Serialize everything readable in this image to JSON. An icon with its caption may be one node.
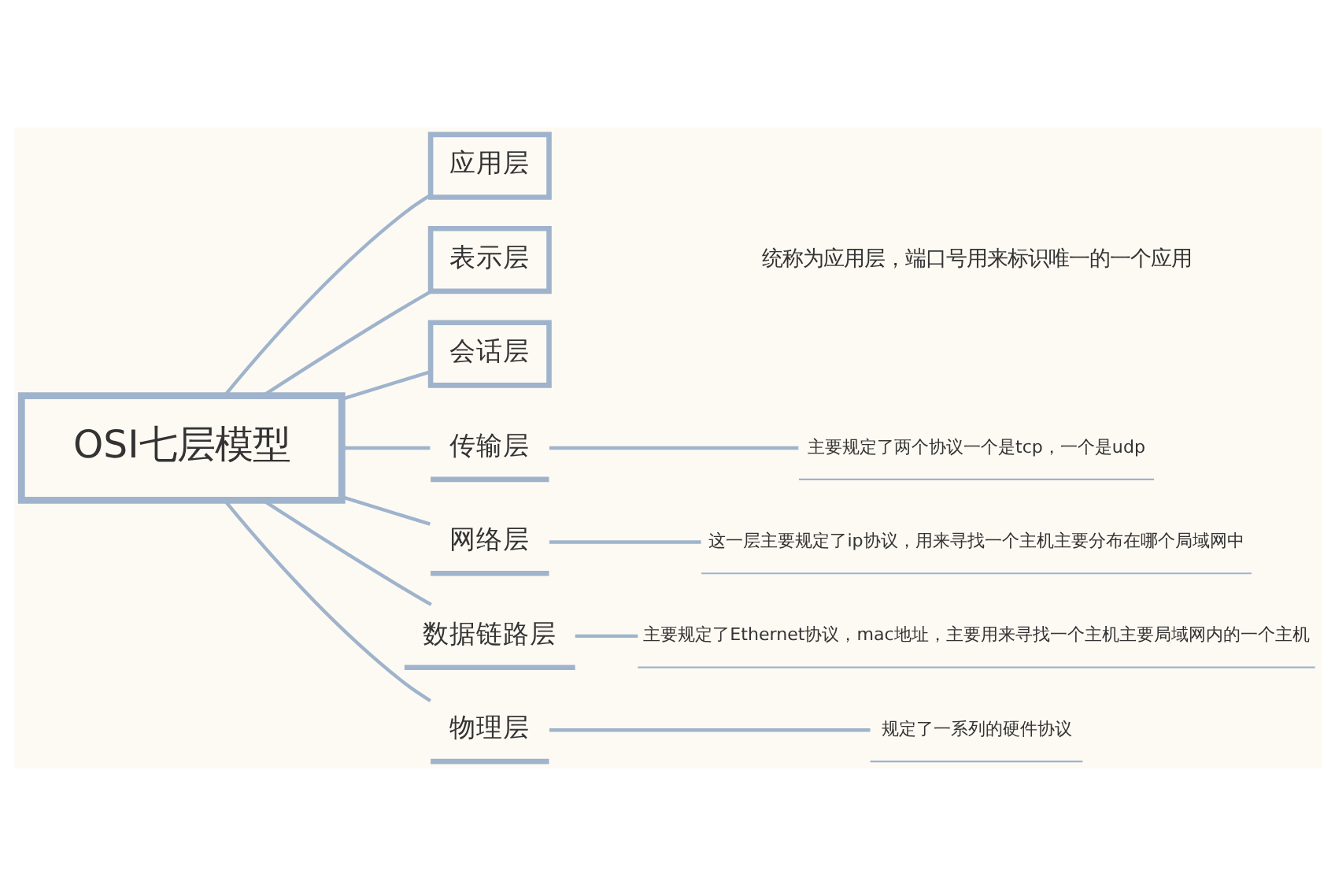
{
  "diagram": {
    "nodes": [
      {
        "text": [
          "OSI七层模型"
        ]
      },
      {
        "text": [
          "应用层"
        ]
      },
      {
        "text": [
          "表示层"
        ]
      },
      {
        "text": [
          "会话层"
        ]
      },
      {
        "text": [
          "传输层"
        ]
      },
      {
        "text": [
          "网络层"
        ]
      },
      {
        "text": [
          "数据链路层"
        ]
      },
      {
        "text": [
          "物理层"
        ]
      },
      {
        "text": [
          "主要规定了两个协议一个是tcp，一个是udp"
        ]
      },
      {
        "text": [
          "这一层主要规定了ip协议，用来寻找一个主机主要分布在哪个局域网中"
        ]
      },
      {
        "text": [
          "主要规定了Ethernet协议，mac地址，主要用来寻找一个主机主要局域网内的一个主机"
        ]
      },
      {
        "text": [
          "规定了一系列的硬件协议"
        ]
      }
    ],
    "edges": [
      {
        "from": 0,
        "to": 1,
        "arrow": "none"
      },
      {
        "from": 0,
        "to": 2,
        "arrow": "none"
      },
      {
        "from": 0,
        "to": 3,
        "arrow": "none"
      },
      {
        "from": 0,
        "to": 4,
        "arrow": "none"
      },
      {
        "from": 0,
        "to": 5,
        "arrow": "none"
      },
      {
        "from": 0,
        "to": 6,
        "arrow": "none"
      },
      {
        "from": 0,
        "to": 7,
        "arrow": "none"
      },
      {
        "from": 4,
        "to": 8,
        "arrow": "none"
      },
      {
        "from": 5,
        "to": 9,
        "arrow": "none"
      },
      {
        "from": 6,
        "to": 10,
        "arrow": "none"
      },
      {
        "from": 7,
        "to": 11,
        "arrow": "none"
      }
    ],
    "labels": [
      "统称为应用层，端口号用来标识唯一的一个应用"
    ]
  }
}
